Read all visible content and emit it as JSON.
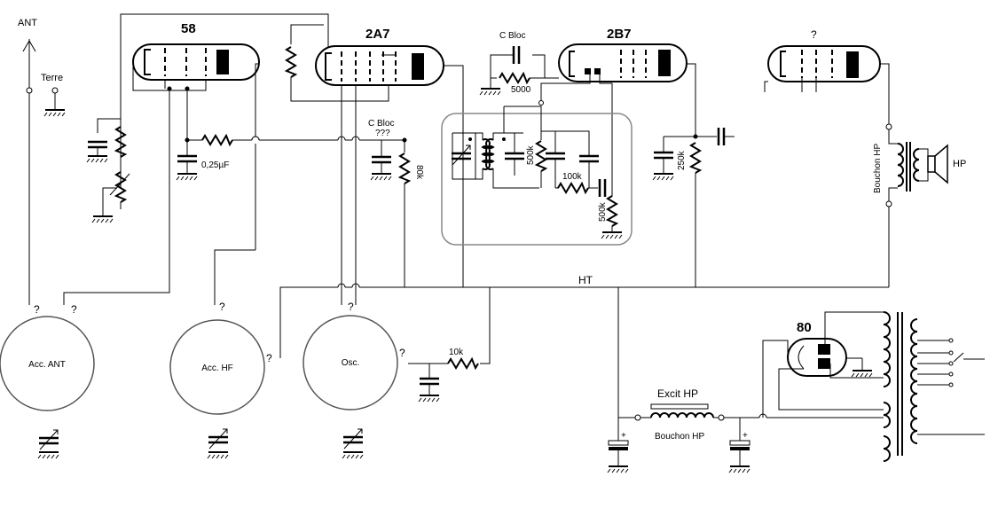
{
  "tubes": {
    "t58": "58",
    "t2a7": "2A7",
    "t2b7": "2B7",
    "tunk": "?",
    "t80": "80"
  },
  "labels": {
    "ant": "ANT",
    "terre": "Terre",
    "cbloc_top": "C Bloc",
    "cbloc_mid": "C Bloc",
    "cbloc_mid_q": "???",
    "r5000": "5000",
    "r500k_a": "500k",
    "r500k_b": "500k",
    "r100k": "100k",
    "r80k": "80k",
    "r250k": "250k",
    "c025": "0,25µF",
    "ht": "HT",
    "r10k": "10k",
    "excit": "Excit HP",
    "bouchon_h": "Bouchon HP",
    "bouchon_v": "Bouchon HP",
    "hp": "HP",
    "plus1": "+",
    "plus2": "+",
    "q_ant1": "?",
    "q_ant2": "?",
    "q_hf1": "?",
    "q_hf2": "?",
    "q_osc1": "?",
    "q_osc2": "?"
  },
  "dials": {
    "acc_ant": "Acc. ANT",
    "acc_hf": "Acc. HF",
    "osc": "Osc."
  },
  "icons": [
    "antenna-icon",
    "ground-icon",
    "speaker-icon",
    "variable-capacitor-icon",
    "electrolytic-capacitor-icon",
    "transformer-icon"
  ]
}
